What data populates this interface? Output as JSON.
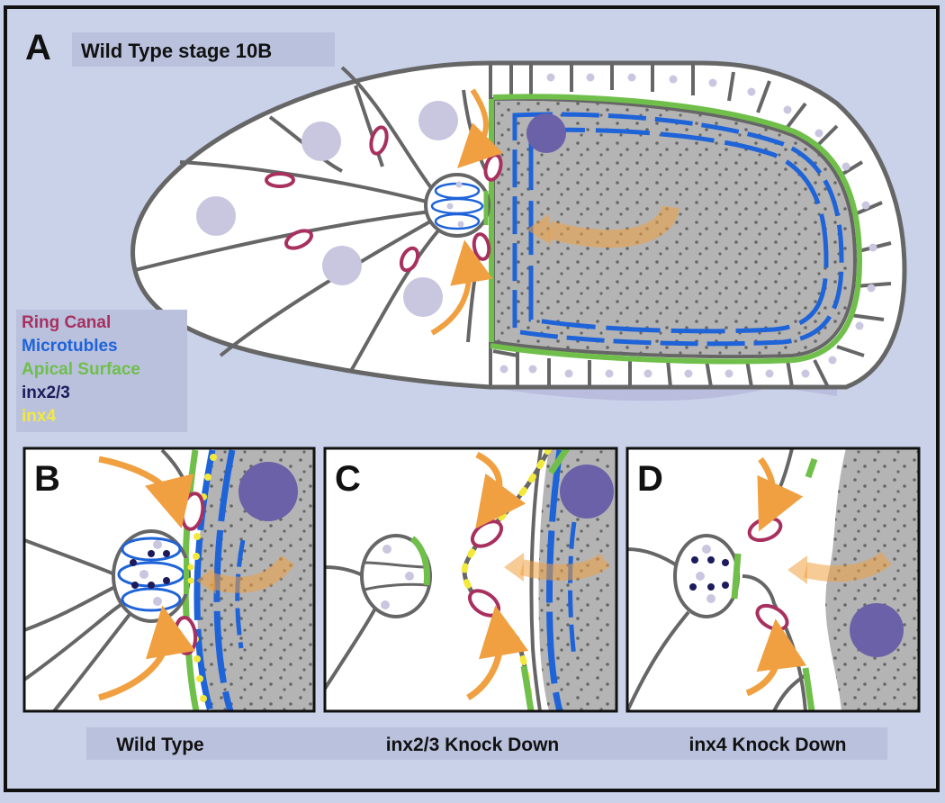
{
  "panel_a": {
    "letter": "A",
    "title": "Wild Type stage 10B",
    "legend": [
      {
        "label": "Ring Canal",
        "color": "#a8305f"
      },
      {
        "label": "Microtubles",
        "color": "#1e63d8"
      },
      {
        "label": "Apical Surface",
        "color": "#6fbf4a"
      },
      {
        "label": "inx2/3",
        "color": "#1d1b5c"
      },
      {
        "label": "inx4",
        "color": "#f3e93c"
      }
    ]
  },
  "panel_b": {
    "letter": "B",
    "caption": "Wild Type"
  },
  "panel_c": {
    "letter": "C",
    "caption": "inx2/3 Knock Down"
  },
  "panel_d": {
    "letter": "D",
    "caption": "inx4 Knock Down"
  },
  "colors": {
    "background": "#c9d2e9",
    "cell_line": "#666666",
    "ring_canal": "#a8305f",
    "microtubule": "#1e63d8",
    "apical": "#6fbf4a",
    "inx23": "#1d1b5c",
    "inx4": "#f3e93c",
    "oocyte": "#b4b4b4",
    "nucleus": "#6a61a8",
    "nurse_nucleus": "#c9c6e0",
    "arrow": "#f0a040"
  }
}
